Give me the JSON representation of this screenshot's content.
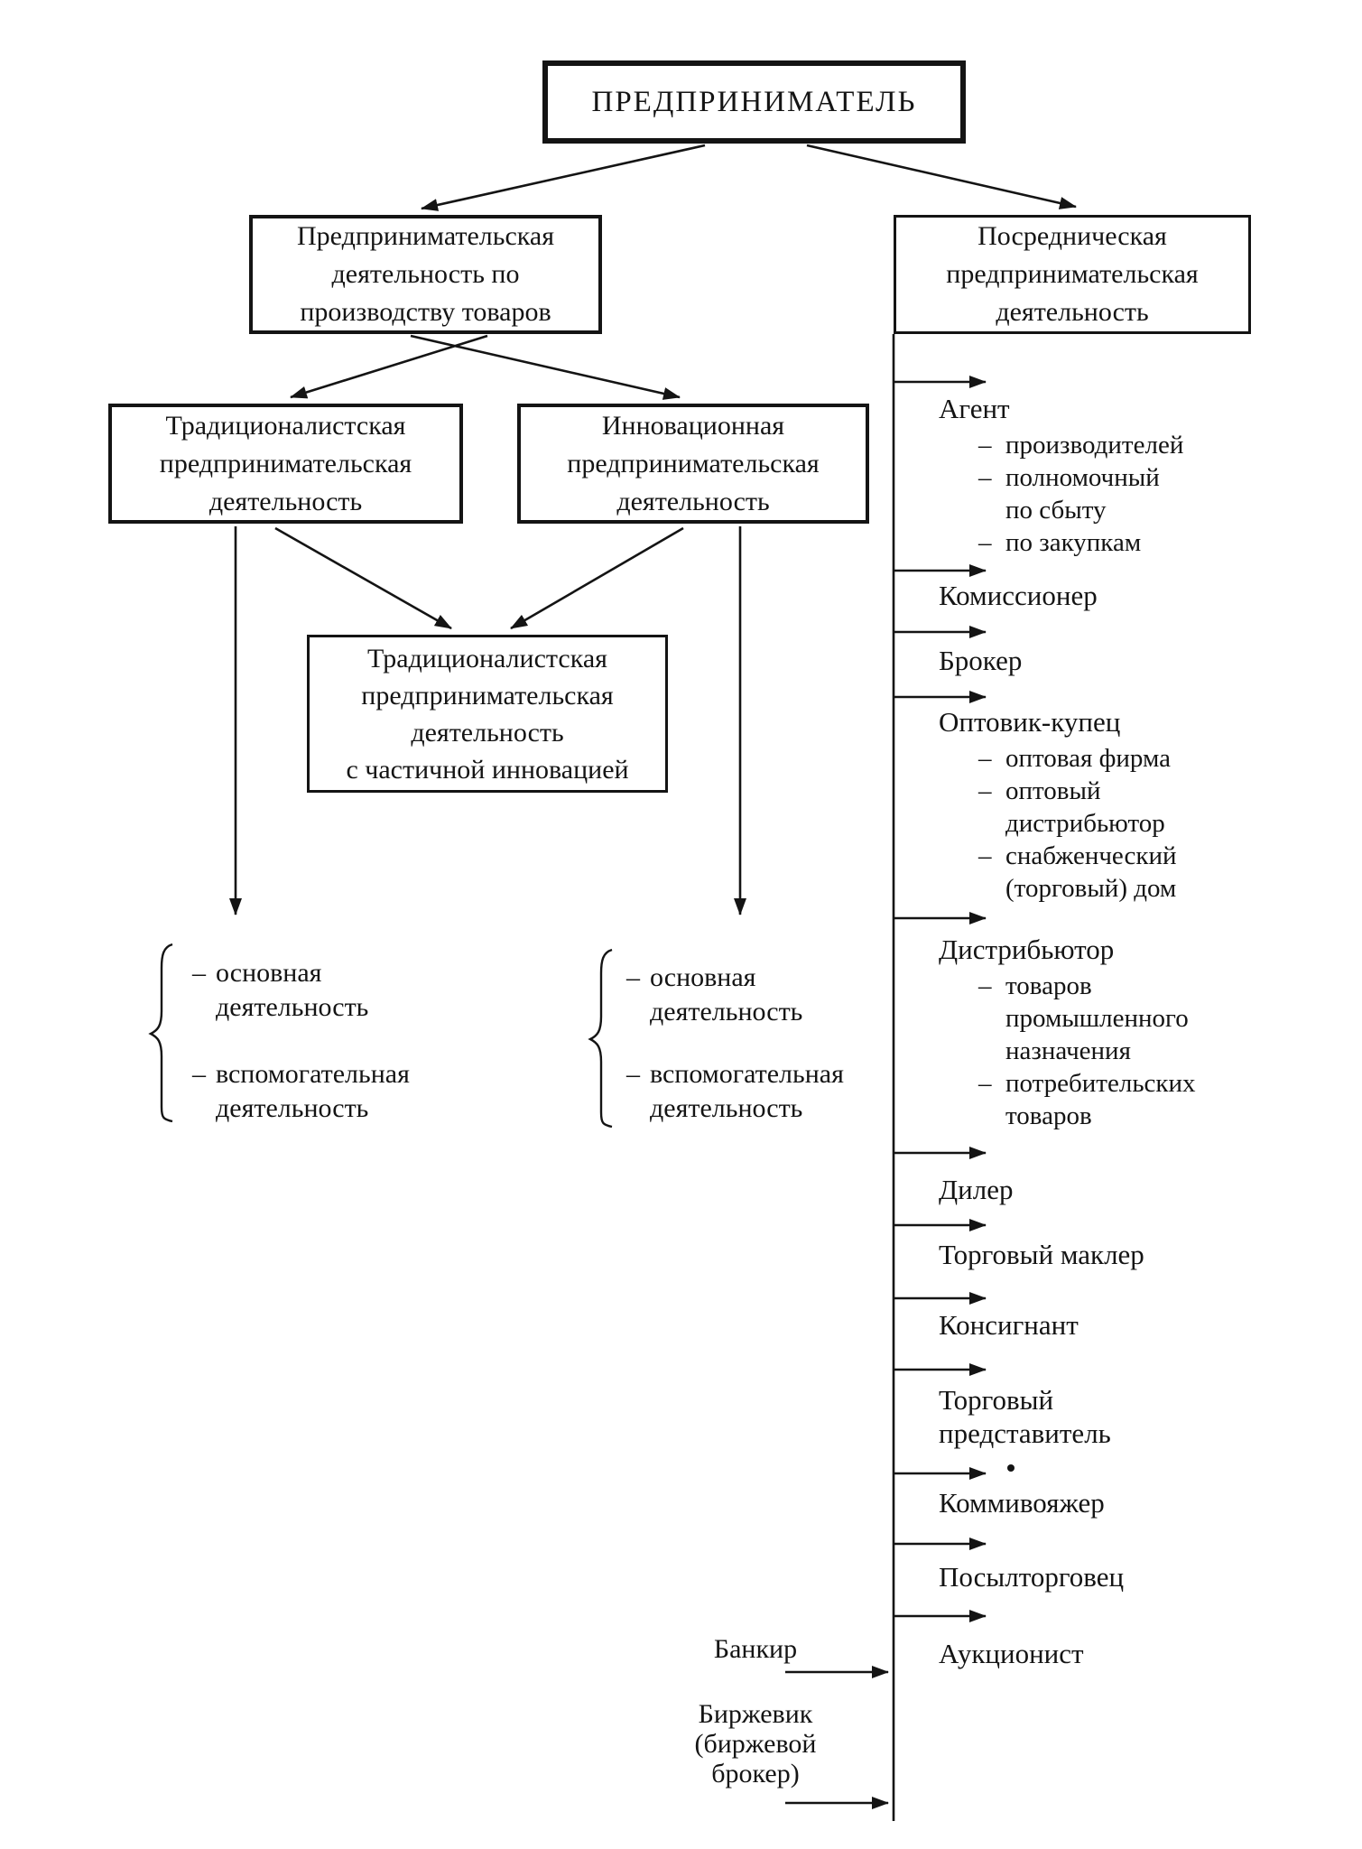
{
  "dash": "–",
  "title_box": {
    "label": "ПРЕДПРИНИМАТЕЛЬ"
  },
  "boxes": {
    "production": {
      "label": "Предпринимательская\nдеятельность по\nпроизводству товаров"
    },
    "intermediary": {
      "label": "Посредническая\nпредпринимательская\nдеятельность"
    },
    "traditional": {
      "label": "Традиционалистская\nпредпринимательская\nдеятельность"
    },
    "innovative": {
      "label": "Инновационная\nпредпринимательская\nдеятельность"
    },
    "partial": {
      "label": "Традиционалистская\nпредпринимательская\nдеятельность\nс частичной инновацией"
    }
  },
  "activities": {
    "left": {
      "items": [
        {
          "text": "основная\nдеятельность"
        },
        {
          "text": "вспомогательная\nдеятельность"
        }
      ]
    },
    "middle": {
      "items": [
        {
          "text": "основная\nдеятельность"
        },
        {
          "text": "вспомогательная\nдеятельность"
        }
      ]
    }
  },
  "intermediaries": [
    {
      "label": "Агент",
      "subs": [
        {
          "text": "производителей"
        },
        {
          "text": "полномочный\nпо сбыту"
        },
        {
          "text": "по закупкам"
        }
      ]
    },
    {
      "label": "Комиссионер",
      "subs": []
    },
    {
      "label": "Брокер",
      "subs": []
    },
    {
      "label": "Оптовик-купец",
      "subs": [
        {
          "text": "оптовая фирма"
        },
        {
          "text": "оптовый\nдистрибьютор"
        },
        {
          "text": "снабженческий\n(торговый) дом"
        }
      ]
    },
    {
      "label": "Дистрибьютор",
      "subs": [
        {
          "text": "товаров\nпромышленного\nназначения"
        },
        {
          "text": "потребительских\nтоваров"
        }
      ]
    },
    {
      "label": "Дилер",
      "subs": []
    },
    {
      "label": "Торговый маклер",
      "subs": []
    },
    {
      "label": "Консигнант",
      "subs": []
    },
    {
      "label": "Торговый\nпредставитель",
      "subs": []
    },
    {
      "label": "Коммивояжер",
      "subs": []
    },
    {
      "label": "Посылторговец",
      "subs": []
    },
    {
      "label": "Аукционист",
      "subs": []
    }
  ],
  "side_labels": {
    "banker": "Банкир",
    "exchange": "Биржевик\n(биржевой\nброкер)"
  },
  "line_color": "#141414"
}
